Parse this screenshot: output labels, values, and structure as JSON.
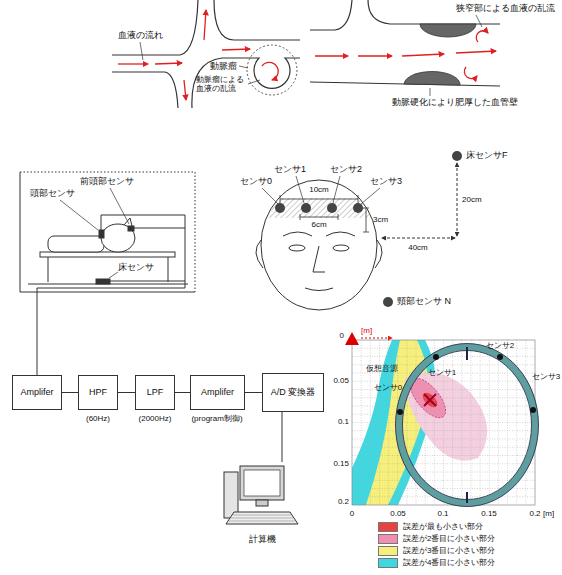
{
  "diagram": {
    "nodes": [
      {
        "text": [
          "Amplifer"
        ]
      },
      {
        "text": [
          "HPF"
        ]
      },
      {
        "text": [
          "LPF"
        ]
      },
      {
        "text": [
          "Amplifer"
        ]
      },
      {
        "text": [
          "A/D 変換器"
        ]
      },
      {
        "text": [
          "計算機"
        ]
      }
    ],
    "edges": [
      {
        "from": 0,
        "to": 1,
        "arrow": "none"
      },
      {
        "from": 1,
        "to": 2,
        "arrow": "none"
      },
      {
        "from": 2,
        "to": 3,
        "arrow": "none"
      },
      {
        "from": 3,
        "to": 4,
        "arrow": "none"
      },
      {
        "from": 4,
        "to": 5,
        "arrow": "none"
      }
    ],
    "labels": [
      "血液の流れ",
      "動脈瘤",
      "動脈瘤による 血液の乱流",
      "狭窄部による血液の乱流",
      "動脈硬化により肥厚した血管壁",
      "頭部センサ",
      "前頭部センサ",
      "床センサ",
      "(60Hz)",
      "(2000Hz)",
      "(program制御)",
      "センサ0",
      "センサ1",
      "センサ2",
      "センサ3",
      "10cm",
      "6cm",
      "3cm",
      "床センサF",
      "20cm",
      "40cm",
      "頸部センサ N",
      "0",
      "[m]",
      "0.05",
      "0.1",
      "0.15",
      "0.2",
      "0",
      "0.05",
      "0.1",
      "0.15",
      "0.2",
      "[m]",
      "仮想音源",
      "センサ0",
      "センサ1",
      "センサ2",
      "センサ3"
    ],
    "legend": [
      {
        "text": "誤差が最も小さい部分",
        "color": "#e8443f"
      },
      {
        "text": "誤差が2番目に小さい部分",
        "color": "#f18fb3"
      },
      {
        "text": "誤差が3番目に小さい部分",
        "color": "#f6f07a"
      },
      {
        "text": "誤差が4番目に小さい部分",
        "color": "#3fd8e0"
      }
    ]
  }
}
